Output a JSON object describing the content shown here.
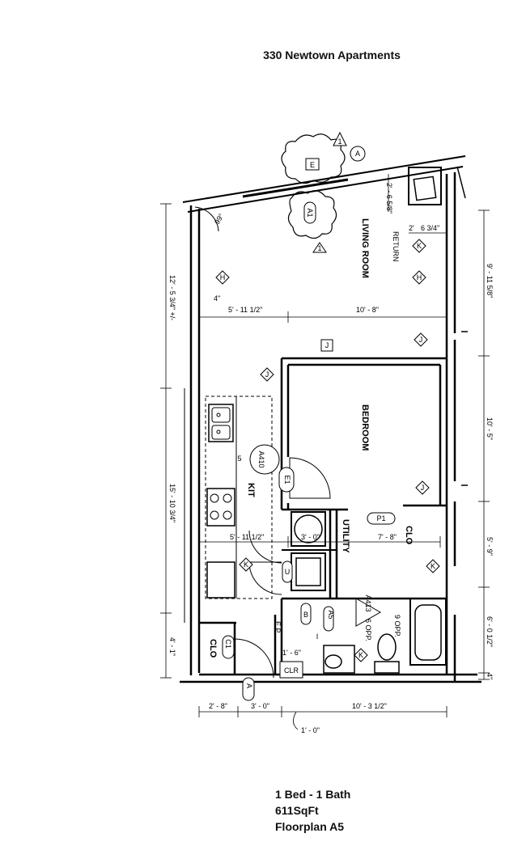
{
  "title": "330 Newtown Apartments",
  "rooms": {
    "living_room": "LIVING ROOM",
    "bedroom": "BEDROOM",
    "kit": "KIT",
    "utility": "UTILITY",
    "clo_bedroom": "CLO",
    "clo_entry": "CLO"
  },
  "dimensions": {
    "left_upper": "12' - 5 3/4\" +/-",
    "left_middle": "15' - 10 3/4\"",
    "left_lower": "4' - 1\"",
    "right_1": "9' - 11 5/8\"",
    "right_2": "10' - 5\"",
    "right_3": "5' - 9\"",
    "right_4": "6' - 0 1/2\"",
    "right_5": "4\"",
    "living_left": "5' - 11 1/2\"",
    "living_right": "10' - 8\"",
    "kit_width": "5' - 11 1/2\"",
    "utility_width": "3' - 0\"",
    "clo_width": "7' - 8\"",
    "bottom_1": "2' - 8\"",
    "bottom_2": "3' - 0\"",
    "bottom_3": "10' - 3 1/2\"",
    "bottom_offset": "1' - 0\"",
    "angle": "99°",
    "four_inch": "4\"",
    "top_a": "2' - 6 5/8\"",
    "top_b": "2'",
    "top_c": "6 3/4\"",
    "return_note": "RETURN",
    "hall_dim": "1' - 6\"",
    "opp_1": "9 OPP.",
    "opp_2": "6 OPP.",
    "ep_note": "E.P."
  },
  "tags": {
    "e": "E",
    "a1": "A1",
    "one": "1",
    "a": "A",
    "h": "H",
    "k": "K",
    "j": "J",
    "e1": "E1",
    "p1": "P1",
    "c1": "C1",
    "clr": "CLR",
    "a5": "A5",
    "b": "B",
    "u": "U",
    "i": "I",
    "a410": "A410",
    "five": "5",
    "a413": "A413"
  },
  "info": {
    "line1": "1 Bed - 1 Bath",
    "line2": "611SqFt",
    "line3": "Floorplan A5"
  }
}
